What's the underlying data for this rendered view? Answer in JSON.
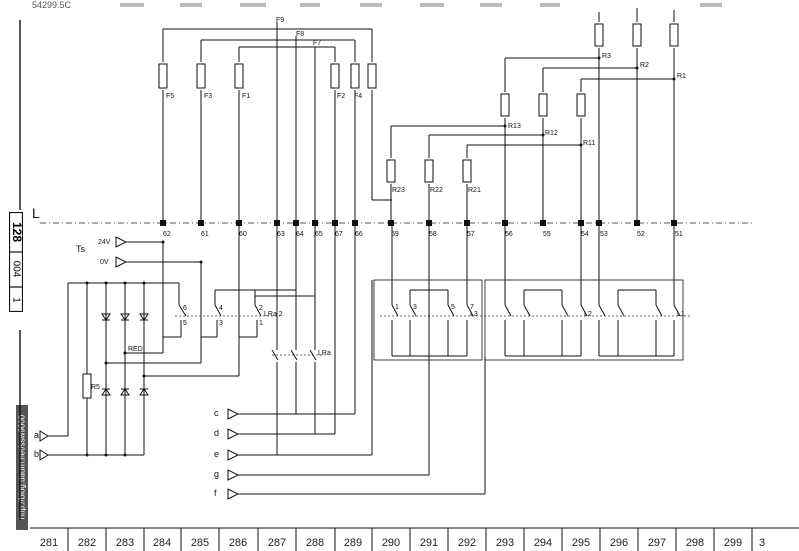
{
  "header": {
    "code": "54299.5C"
  },
  "line_label": "L",
  "side_tab": [
    "128",
    "004",
    "1"
  ],
  "watermark": "http://blog.daum.net/ssw9000",
  "fuses": [
    "F5",
    "F3",
    "F1",
    "F9",
    "F8",
    "F7",
    "F2",
    "F4"
  ],
  "resistors_top": [
    "R3",
    "R2",
    "R1"
  ],
  "resistors_mid": [
    "R13",
    "R12",
    "R11"
  ],
  "resistors_low": [
    "R23",
    "R22",
    "R21"
  ],
  "resistor_left": "R5",
  "terminals": [
    "62",
    "61",
    "60",
    "63",
    "64",
    "65",
    "67",
    "66",
    "59",
    "58",
    "57",
    "56",
    "55",
    "54",
    "53",
    "52",
    "51"
  ],
  "supply": {
    "ts": "Ts",
    "v24": "24V",
    "v0": "0V",
    "red": "RED"
  },
  "switch_labels": {
    "left_pairs": [
      [
        "6",
        "5"
      ],
      [
        "4",
        "3"
      ],
      [
        "2",
        "1"
      ]
    ],
    "lra2": "LRa 2",
    "lra": "LRa",
    "s_labels": [
      "1",
      "3",
      "5",
      "7",
      "L3",
      "L2",
      "L1"
    ]
  },
  "inputs_left": [
    "a",
    "b"
  ],
  "inputs_bottom": [
    "c",
    "d",
    "e",
    "g",
    "f"
  ],
  "footer_cols": [
    "281",
    "282",
    "283",
    "284",
    "285",
    "286",
    "287",
    "288",
    "289",
    "290",
    "291",
    "292",
    "293",
    "294",
    "295",
    "296",
    "297",
    "298",
    "299",
    "3"
  ]
}
